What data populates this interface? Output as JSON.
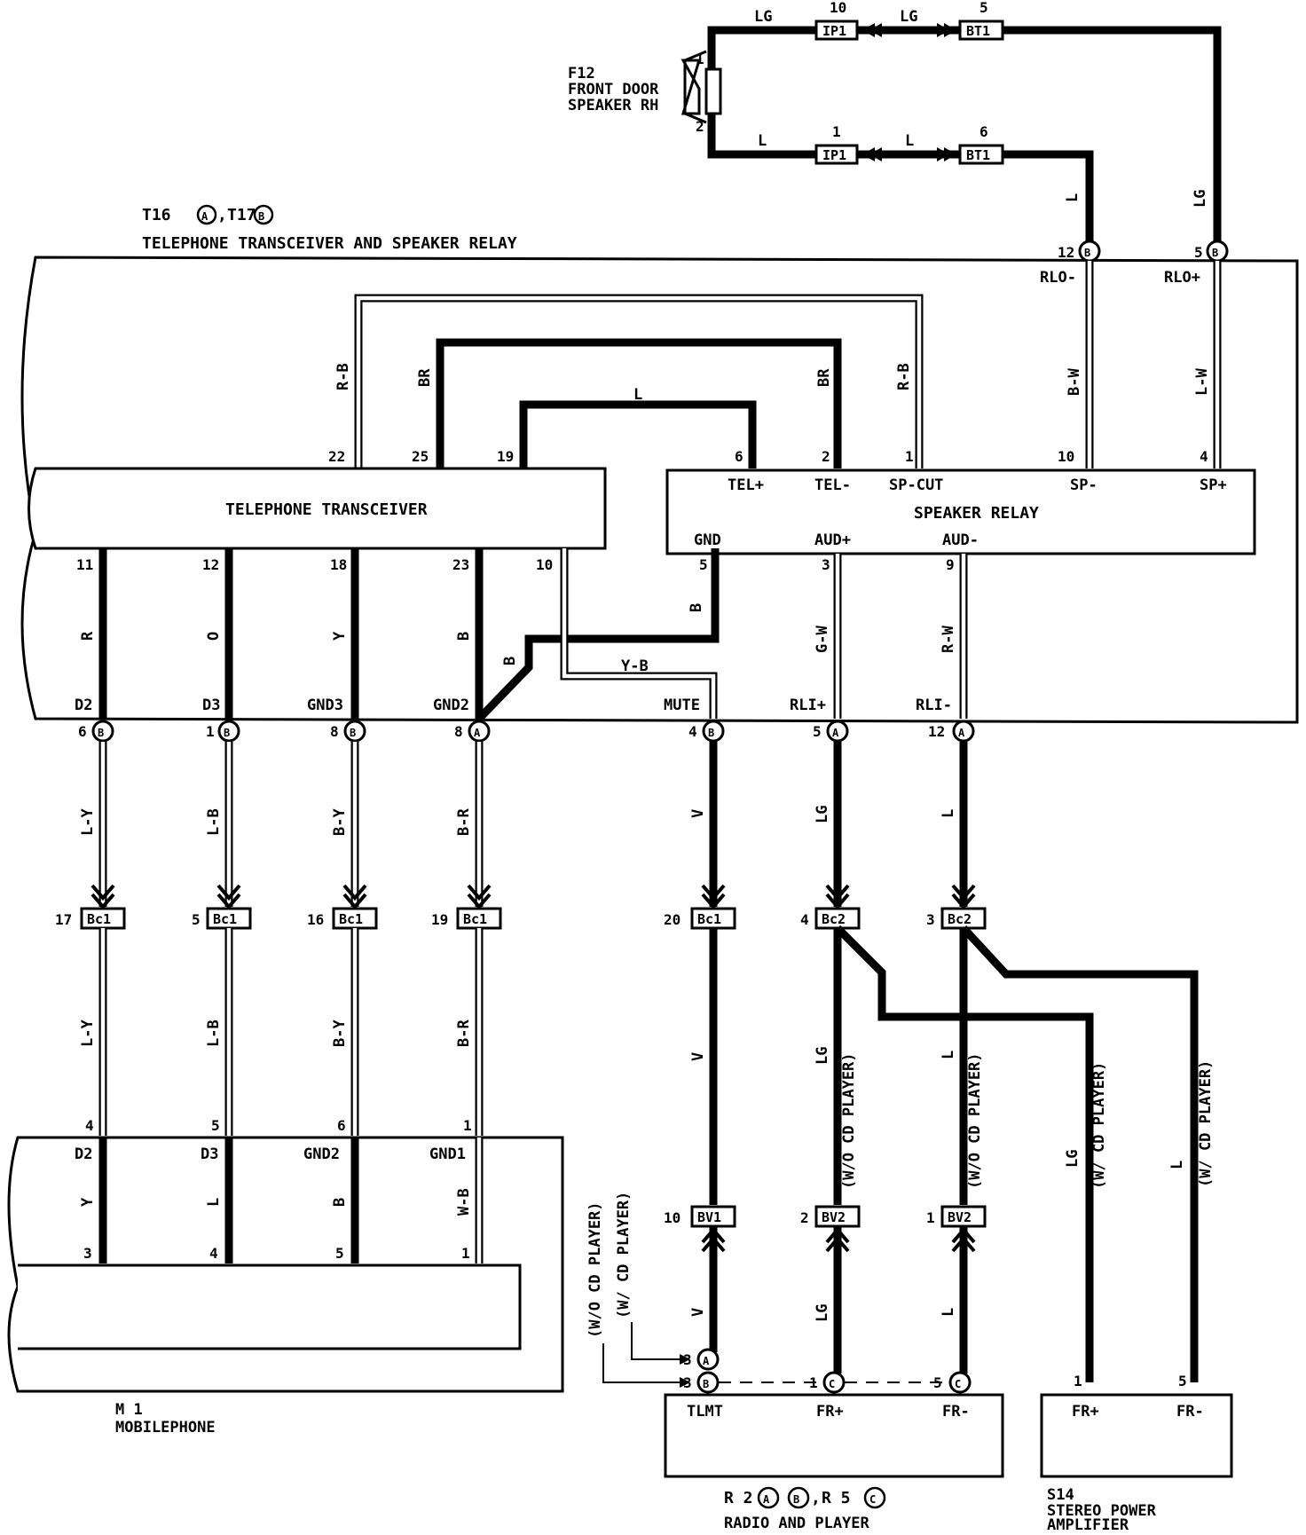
{
  "components": {
    "speaker": {
      "id": "F12",
      "name1": "FRONT DOOR",
      "name2": "SPEAKER RH"
    },
    "transceiver_module": {
      "id_main": "T16",
      "id_main_tag": "A",
      "id_sep": ",",
      "id_second": "T17",
      "id_second_tag": "B",
      "name": "TELEPHONE TRANSCEIVER AND SPEAKER RELAY"
    },
    "transceiver": {
      "name": "TELEPHONE TRANSCEIVER"
    },
    "speaker_relay": {
      "name": "SPEAKER RELAY"
    },
    "mobilephone": {
      "id": "M 1",
      "name": "MOBILEPHONE"
    },
    "radio": {
      "id_main": "R 2",
      "tag_a": "A",
      "tag_b": "B",
      "id_sep": ",",
      "id_second": "R 5",
      "tag_c": "C",
      "name": "RADIO AND PLAYER"
    },
    "amplifier": {
      "id": "S14",
      "name1": "STEREO POWER",
      "name2": "AMPLIFIER"
    }
  },
  "connectors": {
    "ip1": "IP1",
    "bt1": "BT1",
    "bc1": "Bc1",
    "bc2": "Bc2",
    "bv1": "BV1",
    "bv2": "BV2"
  },
  "terminals": {
    "tel_plus": "TEL+",
    "tel_minus": "TEL-",
    "sp_cut": "SP-CUT",
    "sp_minus": "SP-",
    "sp_plus": "SP+",
    "gnd": "GND",
    "aud_plus": "AUD+",
    "aud_minus": "AUD-",
    "rlo_minus": "RLO-",
    "rlo_plus": "RLO+",
    "d2": "D2",
    "d3": "D3",
    "gnd3": "GND3",
    "gnd2": "GND2",
    "mute": "MUTE",
    "rli_plus": "RLI+",
    "rli_minus": "RLI-",
    "gnd1": "GND1",
    "tlmt": "TLMT",
    "fr_plus": "FR+",
    "fr_minus": "FR-"
  },
  "notes": {
    "wo_cd": "(W/O CD PLAYER)",
    "w_cd": "(W/ CD PLAYER)"
  },
  "wire_colors": {
    "lg": "LG",
    "l": "L",
    "r_b": "R-B",
    "br": "BR",
    "b_w": "B-W",
    "l_w": "L-W",
    "r": "R",
    "o": "O",
    "y": "Y",
    "b": "B",
    "y_b": "Y-B",
    "g_w": "G-W",
    "r_w": "R-W",
    "l_y": "L-Y",
    "l_b": "L-B",
    "b_y": "B-Y",
    "b_r": "B-R",
    "v": "V",
    "w_b": "W-B"
  },
  "pins": {
    "p1": "1",
    "p2": "2",
    "p3": "3",
    "p4": "4",
    "p5": "5",
    "p6": "6",
    "p8": "8",
    "p9": "9",
    "p10": "10",
    "p11": "11",
    "p12": "12",
    "p16": "16",
    "p17": "17",
    "p18": "18",
    "p19": "19",
    "p20": "20",
    "p22": "22",
    "p23": "23",
    "p25": "25"
  },
  "tags": {
    "a": "A",
    "b": "B",
    "c": "C"
  }
}
